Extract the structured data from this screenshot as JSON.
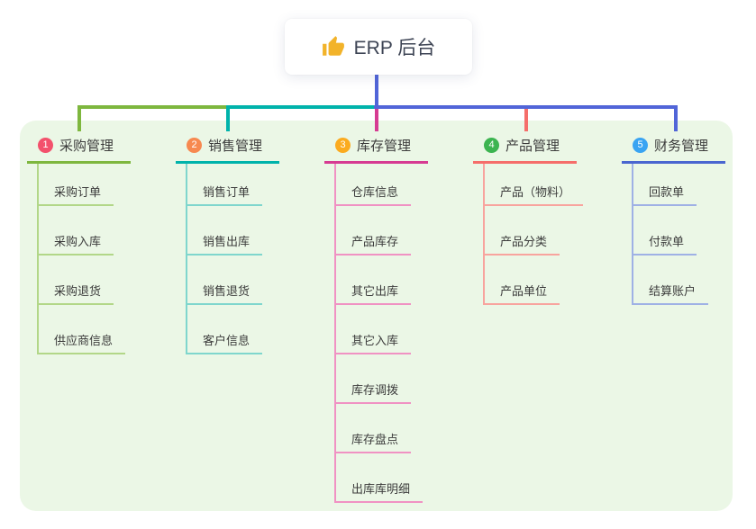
{
  "root": {
    "title": "ERP 后台",
    "icon": "thumbs-up"
  },
  "branches": [
    {
      "num": "1",
      "title": "采购管理",
      "children": [
        "采购订单",
        "采购入库",
        "采购退货",
        "供应商信息"
      ]
    },
    {
      "num": "2",
      "title": "销售管理",
      "children": [
        "销售订单",
        "销售出库",
        "销售退货",
        "客户信息"
      ]
    },
    {
      "num": "3",
      "title": "库存管理",
      "children": [
        "仓库信息",
        "产品库存",
        "其它出库",
        "其它入库",
        "库存调拨",
        "库存盘点",
        "出库库明细"
      ]
    },
    {
      "num": "4",
      "title": "产品管理",
      "children": [
        "产品（物料）",
        "产品分类",
        "产品单位"
      ]
    },
    {
      "num": "5",
      "title": "财务管理",
      "children": [
        "回款单",
        "付款单",
        "结算账户"
      ]
    }
  ],
  "colors": {
    "panel-bg": "#ebf7e6",
    "root-line": "#5165d8",
    "root-text": "#3d4454",
    "node-text": "#3c3c3c",
    "thumb-icon": "#f2b32a",
    "b1-main": "#7eb73e",
    "b1-light": "#b2d788",
    "b1-badge": "#f3516c",
    "b2-main": "#00b3ab",
    "b2-light": "#7fd6cd",
    "b2-badge": "#f78950",
    "b3-main": "#d63b92",
    "b3-light": "#f092c3",
    "b3-badge": "#fbab1f",
    "b4-main": "#f56e6a",
    "b4-light": "#f8a49e",
    "b4-badge": "#3cb450",
    "b5-main": "#4a66d0",
    "b5-light": "#9fb1e5",
    "b5-badge": "#3aa4f2"
  }
}
